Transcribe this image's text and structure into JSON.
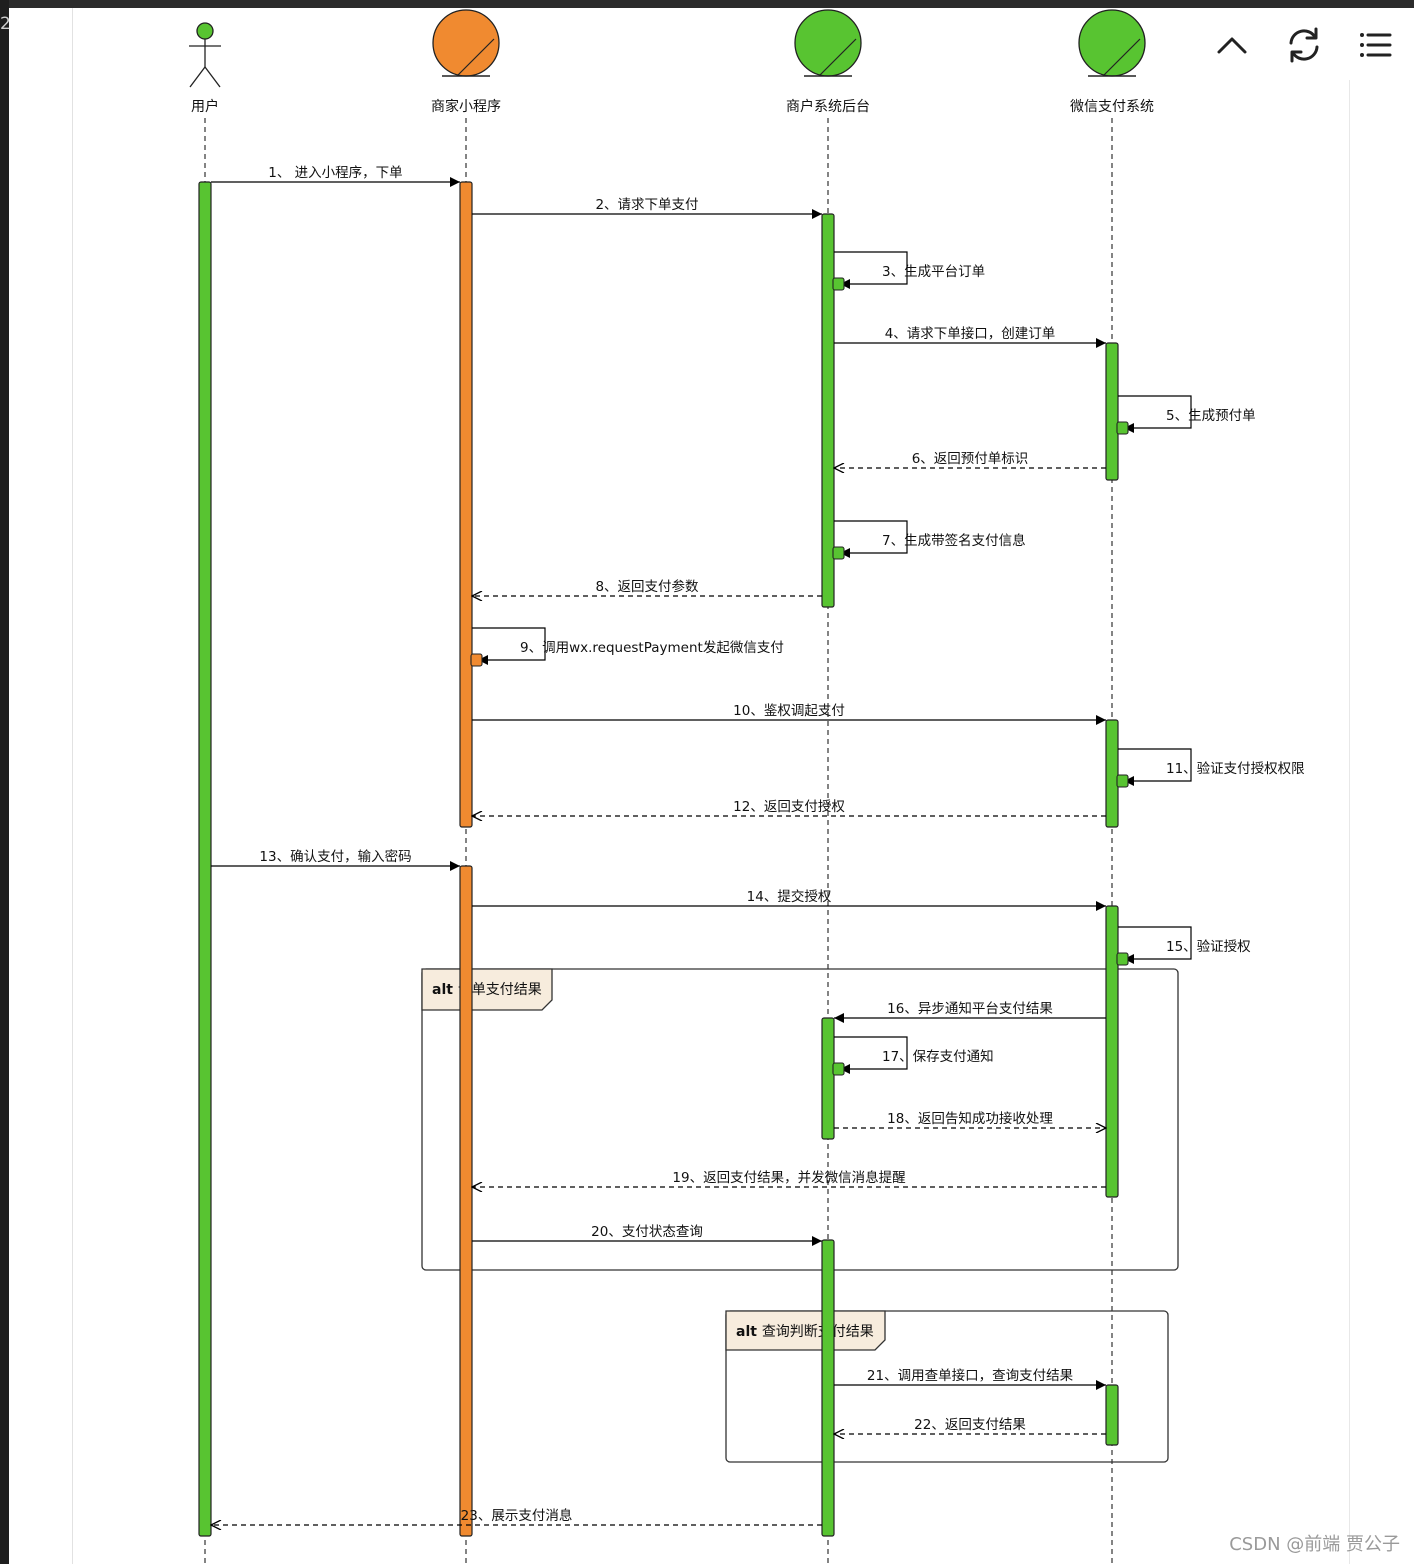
{
  "side_digit": "2",
  "participants": [
    {
      "name": "用户",
      "kind": "actor",
      "color": "#58c431"
    },
    {
      "name": "商家小程序",
      "kind": "entity",
      "color": "#f08a30"
    },
    {
      "name": "商户系统后台",
      "kind": "entity",
      "color": "#58c431"
    },
    {
      "name": "微信支付系统",
      "kind": "entity",
      "color": "#58c431"
    }
  ],
  "messages": [
    {
      "label": "1、 进入小程序，下单",
      "from": 0,
      "to": 1,
      "style": "sync"
    },
    {
      "label": "2、请求下单支付",
      "from": 1,
      "to": 2,
      "style": "sync"
    },
    {
      "label": "3、生成平台订单",
      "from": 2,
      "to": 2,
      "style": "self"
    },
    {
      "label": "4、请求下单接口，创建订单",
      "from": 2,
      "to": 3,
      "style": "sync"
    },
    {
      "label": "5、生成预付单",
      "from": 3,
      "to": 3,
      "style": "self"
    },
    {
      "label": "6、返回预付单标识",
      "from": 3,
      "to": 2,
      "style": "return"
    },
    {
      "label": "7、生成带签名支付信息",
      "from": 2,
      "to": 2,
      "style": "self"
    },
    {
      "label": "8、返回支付参数",
      "from": 2,
      "to": 1,
      "style": "return"
    },
    {
      "label": "9、调用wx.requestPayment发起微信支付",
      "from": 1,
      "to": 1,
      "style": "self"
    },
    {
      "label": "10、鉴权调起支付",
      "from": 1,
      "to": 3,
      "style": "sync"
    },
    {
      "label": "11、验证支付授权权限",
      "from": 3,
      "to": 3,
      "style": "self"
    },
    {
      "label": "12、返回支付授权",
      "from": 3,
      "to": 1,
      "style": "return"
    },
    {
      "label": "13、确认支付，输入密码",
      "from": 0,
      "to": 1,
      "style": "sync"
    },
    {
      "label": "14、提交授权",
      "from": 1,
      "to": 3,
      "style": "sync"
    },
    {
      "label": "15、验证授权",
      "from": 3,
      "to": 3,
      "style": "self"
    },
    {
      "label": "16、异步通知平台支付结果",
      "from": 3,
      "to": 2,
      "style": "sync"
    },
    {
      "label": "17、保存支付通知",
      "from": 2,
      "to": 2,
      "style": "self"
    },
    {
      "label": "18、返回告知成功接收处理",
      "from": 2,
      "to": 3,
      "style": "return"
    },
    {
      "label": "19、返回支付结果，并发微信消息提醒",
      "from": 3,
      "to": 1,
      "style": "return"
    },
    {
      "label": "20、支付状态查询",
      "from": 1,
      "to": 2,
      "style": "sync"
    },
    {
      "label": "21、调用查单接口，查询支付结果",
      "from": 2,
      "to": 3,
      "style": "sync"
    },
    {
      "label": "22、返回支付结果",
      "from": 3,
      "to": 2,
      "style": "return"
    },
    {
      "label": "23、展示支付消息",
      "from": 2,
      "to": 0,
      "style": "return"
    }
  ],
  "fragments": [
    {
      "keyword": "alt",
      "title": "订单支付结果"
    },
    {
      "keyword": "alt",
      "title": "查询判断支付结果"
    }
  ],
  "toolbar": [
    {
      "icon": "chevron-up-icon"
    },
    {
      "icon": "refresh-icon"
    },
    {
      "icon": "list-icon"
    }
  ],
  "watermark": "CSDN @前端 贾公子"
}
